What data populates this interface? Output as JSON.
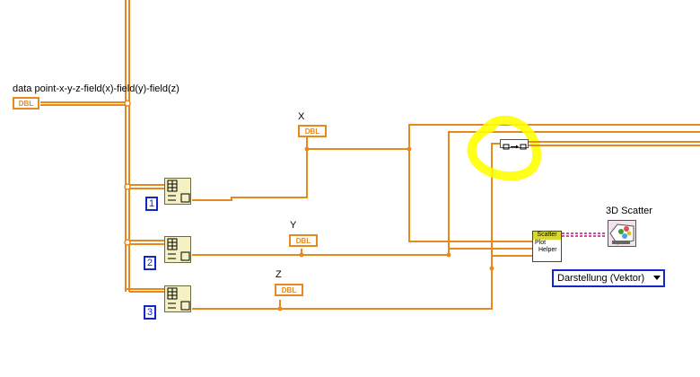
{
  "labels": {
    "data_point": "data point-x-y-z-field(x)-field(y)-field(z)",
    "x": "X",
    "y": "Y",
    "z": "Z",
    "scatter_title": "3D Scatter"
  },
  "terminals": {
    "dbl": "DBL",
    "index_1": "1",
    "index_2": "2",
    "index_3": "3"
  },
  "plot_helper": {
    "header": "Scatter",
    "line1": "Plot",
    "line2": "Helper"
  },
  "enum_control": {
    "value": "Darstellung (Vektor)"
  },
  "colors": {
    "wire": "#e8891e",
    "highlight": "#ffff00",
    "index_border": "#1428c8",
    "refnum_wire": "#c8509a"
  }
}
